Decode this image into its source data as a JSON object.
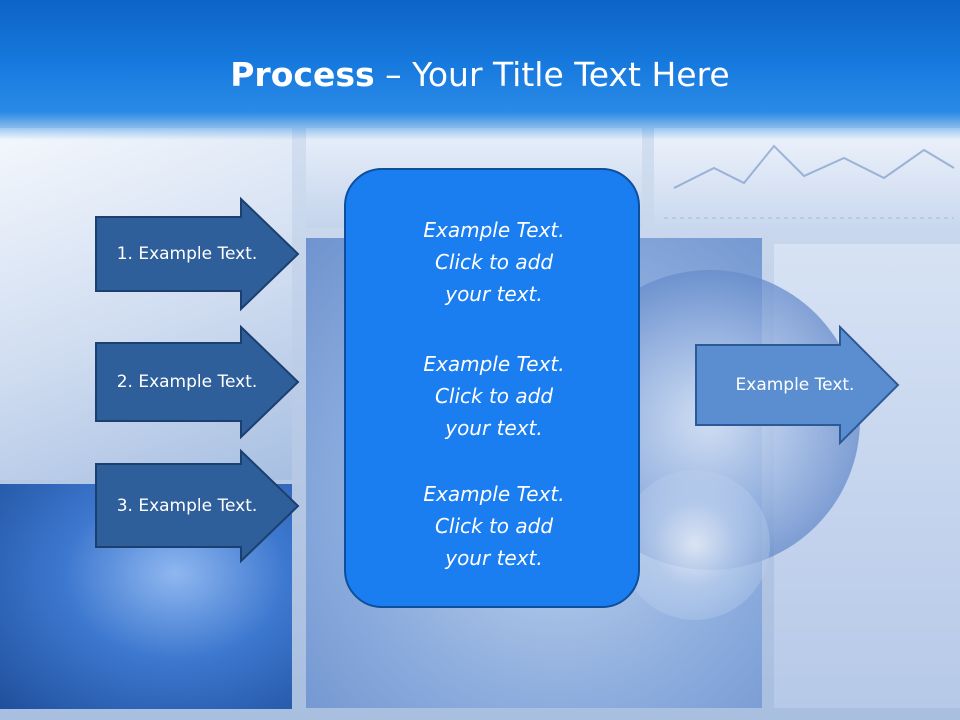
{
  "title": {
    "bold": "Process",
    "rest": " – Your Title Text Here"
  },
  "inputs": [
    {
      "label": "1. Example Text."
    },
    {
      "label": "2. Example Text."
    },
    {
      "label": "3. Example Text."
    }
  ],
  "center": [
    {
      "lines": [
        "Example Text.",
        "Click  to add",
        "your text."
      ]
    },
    {
      "lines": [
        "Example Text.",
        "Click  to add",
        "your text."
      ]
    },
    {
      "lines": [
        "Example Text.",
        "Click  to add",
        "your text."
      ]
    }
  ],
  "output": {
    "label": "Example Text."
  },
  "colors": {
    "title_bar": "#1679dd",
    "input_arrow_fill": "#2f5f9a",
    "input_arrow_stroke": "#1b3f6e",
    "center_fill": "#1a7ef0",
    "center_stroke": "#0d4f9c",
    "output_arrow_fill": "#5a8ed0",
    "output_arrow_stroke": "#2c5a96"
  }
}
